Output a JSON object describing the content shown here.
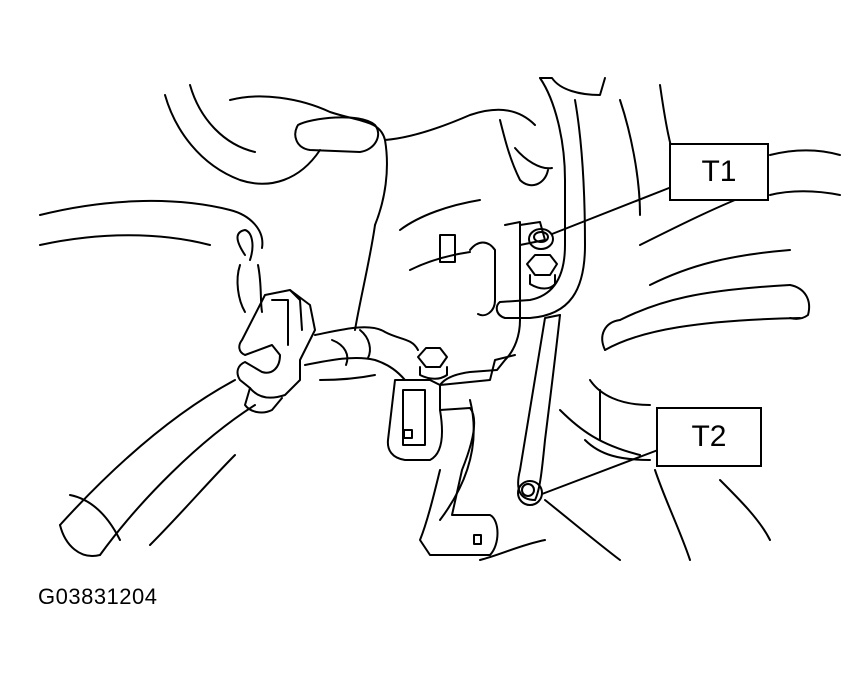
{
  "callouts": {
    "t1": "T1",
    "t2": "T2"
  },
  "figure_id": "G03831204",
  "colors": {
    "line": "#000000",
    "background": "#ffffff"
  }
}
